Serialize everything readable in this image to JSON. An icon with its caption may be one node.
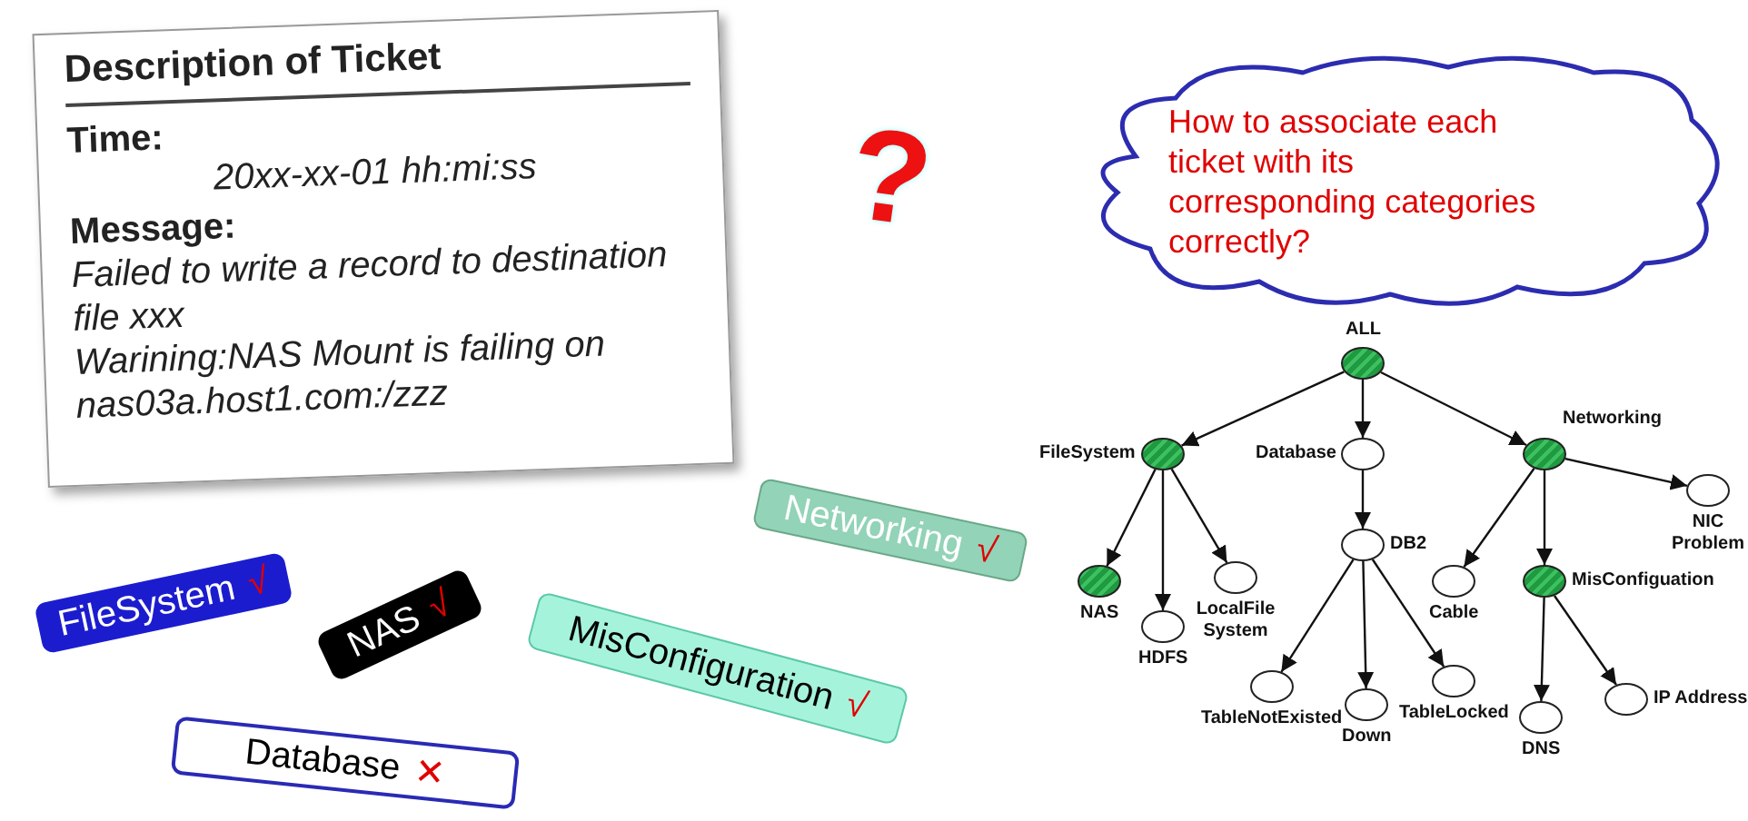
{
  "diagram": {
    "nodes": [
      {
        "text": [
          "Description of Ticket",
          "Time:",
          "20xx-xx-01 hh:mi:ss",
          "Message:",
          "Failed to write a record to destination file xxx",
          "Warining:NAS Mount is failing on nas03a.host1.com:/zzz"
        ]
      },
      {
        "text": [
          "How to associate each ticket with its corresponding categories correctly?"
        ]
      },
      {
        "text": [
          "FileSystem",
          "√"
        ]
      },
      {
        "text": [
          "NAS",
          "√"
        ]
      },
      {
        "text": [
          "MisConfiguration",
          "√"
        ]
      },
      {
        "text": [
          "Networking",
          "√"
        ]
      },
      {
        "text": [
          "Database",
          "✕"
        ]
      },
      {
        "text": [],
        "shape": "circle",
        "beside": [
          "ALL"
        ]
      },
      {
        "text": [],
        "shape": "circle",
        "beside": [
          "FileSystem"
        ]
      },
      {
        "text": [],
        "shape": "circle",
        "beside": [
          "Database"
        ]
      },
      {
        "text": [],
        "shape": "circle",
        "beside": [
          "Networking"
        ]
      },
      {
        "text": [],
        "shape": "circle",
        "beside": [
          "NAS"
        ]
      },
      {
        "text": [],
        "shape": "circle",
        "beside": [
          "HDFS"
        ]
      },
      {
        "text": [],
        "shape": "circle",
        "beside": [
          "LocalFile System"
        ]
      },
      {
        "text": [],
        "shape": "circle",
        "beside": [
          "DB2"
        ]
      },
      {
        "text": [],
        "shape": "circle",
        "beside": [
          "TableNotExisted"
        ]
      },
      {
        "text": [],
        "shape": "circle",
        "beside": [
          "Down"
        ]
      },
      {
        "text": [],
        "shape": "circle",
        "beside": [
          "TableLocked"
        ]
      },
      {
        "text": [],
        "shape": "circle",
        "beside": [
          "Cable"
        ]
      },
      {
        "text": [],
        "shape": "circle",
        "beside": [
          "MisConfiguation"
        ]
      },
      {
        "text": [],
        "shape": "circle",
        "beside": [
          "NIC Problem"
        ]
      },
      {
        "text": [],
        "shape": "circle",
        "beside": [
          "DNS"
        ]
      },
      {
        "text": [],
        "shape": "circle",
        "beside": [
          "IP Address"
        ]
      }
    ],
    "edges": [
      {
        "from": 7,
        "to": 8,
        "arrow": "to"
      },
      {
        "from": 7,
        "to": 9,
        "arrow": "to"
      },
      {
        "from": 7,
        "to": 10,
        "arrow": "to"
      },
      {
        "from": 8,
        "to": 11,
        "arrow": "to"
      },
      {
        "from": 8,
        "to": 12,
        "arrow": "to"
      },
      {
        "from": 8,
        "to": 13,
        "arrow": "to"
      },
      {
        "from": 9,
        "to": 14,
        "arrow": "to"
      },
      {
        "from": 14,
        "to": 15,
        "arrow": "to"
      },
      {
        "from": 14,
        "to": 16,
        "arrow": "to"
      },
      {
        "from": 14,
        "to": 17,
        "arrow": "to"
      },
      {
        "from": 10,
        "to": 18,
        "arrow": "to"
      },
      {
        "from": 10,
        "to": 19,
        "arrow": "to"
      },
      {
        "from": 10,
        "to": 20,
        "arrow": "to"
      },
      {
        "from": 19,
        "to": 21,
        "arrow": "to"
      },
      {
        "from": 19,
        "to": 22,
        "arrow": "to"
      }
    ],
    "labels": [
      "?"
    ]
  }
}
